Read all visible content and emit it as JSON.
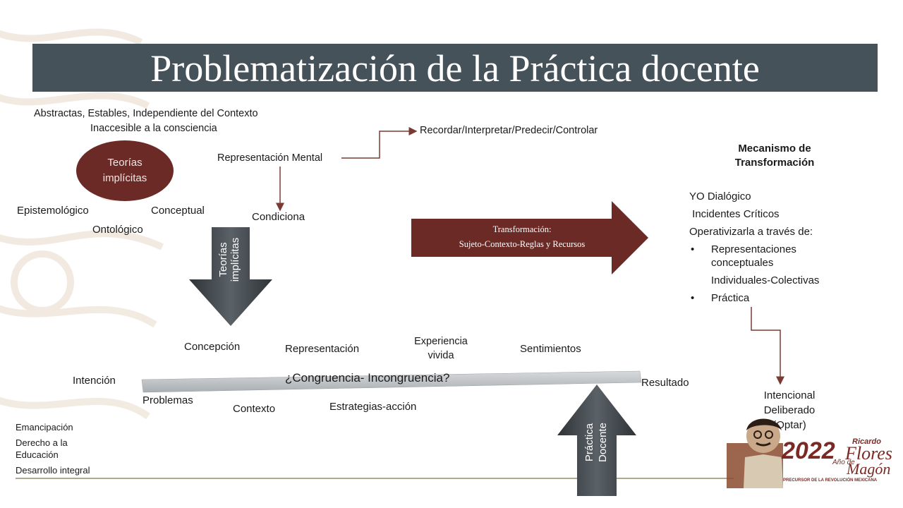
{
  "title": "Problematización de la Práctica docente",
  "top_notes": {
    "line1": "Abstractas, Estables, Independiente del Contexto",
    "line2": "Inaccesible a la consciencia"
  },
  "ellipse": {
    "line1": "Teorías",
    "line2": "implícitas"
  },
  "ellipse_labels": {
    "epistemologico": "Epistemológico",
    "conceptual": "Conceptual",
    "ontologico": "Ontológico"
  },
  "representacion_mental": "Representación Mental",
  "recordar": "Recordar/Interpretar/Predecir/Controlar",
  "condiciona": "Condiciona",
  "down_arrow": {
    "line1": "Teorías",
    "line2": "implícitas"
  },
  "transformacion": {
    "line1": "Transformación:",
    "line2": "Sujeto-Contexto-Reglas y Recursos"
  },
  "mecanismo": {
    "title_line1": "Mecanismo de",
    "title_line2": "Transformación",
    "yo": "YO Dialógico",
    "incidentes": " Incidentes Críticos",
    "operativizarla": "Operativizarla a través de:",
    "bullet1_line1": "Representaciones",
    "bullet1_line2": "conceptuales",
    "individuales": "Individuales-Colectivas",
    "bullet2": "Práctica",
    "bullet_char": "•"
  },
  "intencional": {
    "line1": "Intencional",
    "line2": "Deliberado",
    "line3": "(Optar)"
  },
  "balance_labels": {
    "concepcion": "Concepción",
    "representacion": "Representación",
    "experiencia_line1": "Experiencia",
    "experiencia_line2": "vivida",
    "sentimientos": "Sentimientos",
    "intencion": "Intención",
    "resultado": "Resultado",
    "problemas": "Problemas",
    "contexto": "Contexto",
    "estrategias": "Estrategias-acción",
    "congruencia": "¿Congruencia- Incongruencia?"
  },
  "up_arrow": {
    "line1": "Práctica",
    "line2": "Docente"
  },
  "left_list": {
    "emancipacion": "Emancipación",
    "derecho_line1": "Derecho a la",
    "derecho_line2": "Educación",
    "desarrollo": "Desarrollo integral"
  },
  "logo": {
    "year": "2022",
    "ano_de": "Año de",
    "name1": "Ricardo",
    "name2": "Flores",
    "name3": "Magón",
    "tagline": "PRECURSOR DE LA REVOLUCIÓN MEXICANA"
  },
  "colors": {
    "title_bar": "#46525a",
    "maroon": "#6b2a26",
    "arrow_gray": "#3d4347",
    "beam": "#bfc3c6"
  }
}
